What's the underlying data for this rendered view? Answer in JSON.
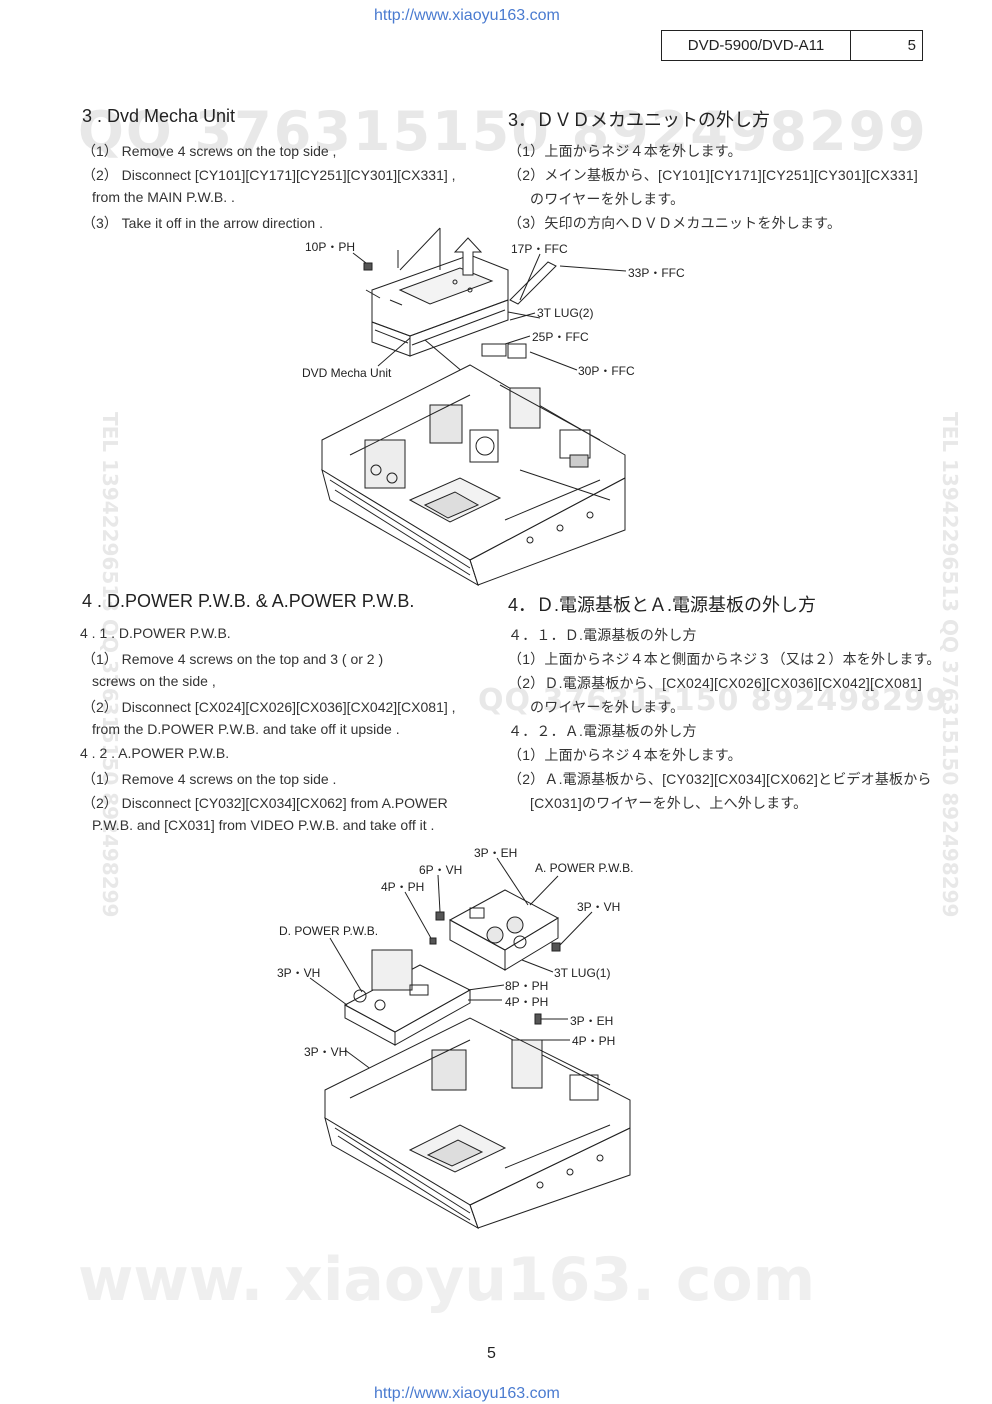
{
  "watermark": {
    "url": "http://www.xiaoyu163.com",
    "qq_line": "QQ 376315150 892498299",
    "side_text": "TEL 13942296513 QQ 376315150 892498299",
    "big_text": "www. xiaoyu163. com"
  },
  "header": {
    "model": "DVD-5900/DVD-A11",
    "page": "5"
  },
  "sec3": {
    "title_en": "3 .   Dvd Mecha Unit",
    "title_jp": "3．ＤＶＤメカユニットの外し方",
    "steps_en": [
      "（1） Remove 4 screws on the top side ,",
      "（2） Disconnect [CY101][CY171][CY251][CY301][CX331] ,",
      "from the MAIN P.W.B. .",
      "（3） Take it off in the arrow direction ."
    ],
    "steps_jp": [
      "（1）上面からネジ４本を外します。",
      "（2）メイン基板から、[CY101][CY171][CY251][CY301][CX331]",
      "のワイヤーを外します。",
      "（3）矢印の方向へＤＶＤメカユニットを外します。"
    ],
    "labels": [
      "10P・PH",
      "17P・FFC",
      "33P・FFC",
      "3T LUG(2)",
      "25P・FFC",
      "DVD Mecha Unit",
      "30P・FFC"
    ]
  },
  "sec4": {
    "title_en": "4 .   D.POWER P.W.B. & A.POWER P.W.B.",
    "title_jp": "4．Ｄ.電源基板とＡ.電源基板の外し方",
    "steps_en": [
      "4 . 1 .   D.POWER P.W.B.",
      "（1） Remove 4 screws on the top and 3 ( or 2 )",
      "screws on the side ,",
      "（2） Disconnect [CX024][CX026][CX036][CX042][CX081] ,",
      "from the D.POWER P.W.B. and take off it upside .",
      "4 . 2 .  A.POWER P.W.B.",
      "（1） Remove 4 screws on the top side .",
      "（2） Disconnect [CY032][CX034][CX062] from A.POWER",
      "P.W.B. and [CX031] from VIDEO P.W.B. and take off it ."
    ],
    "steps_jp": [
      "４．１．Ｄ.電源基板の外し方",
      "（1）上面からネジ４本と側面からネジ３（又は２）本を外します。",
      "（2）Ｄ.電源基板から、[CX024][CX026][CX036][CX042][CX081]",
      "のワイヤーを外します。",
      "４．２．Ａ.電源基板の外し方",
      "（1）上面からネジ４本を外します。",
      "（2）Ａ.電源基板から、[CY032][CX034][CX062]とビデオ基板から",
      "[CX031]のワイヤーを外し、上へ外します。"
    ],
    "labels": [
      "3P・EH",
      "6P・VH",
      "A. POWER P.W.B.",
      "4P・PH",
      "3P・VH",
      "D. POWER P.W.B.",
      "3P・VH",
      "3T LUG(1)",
      "8P・PH",
      "4P・PH",
      "3P・EH",
      "4P・PH",
      "3P・VH"
    ]
  },
  "footer": {
    "page": "5"
  }
}
